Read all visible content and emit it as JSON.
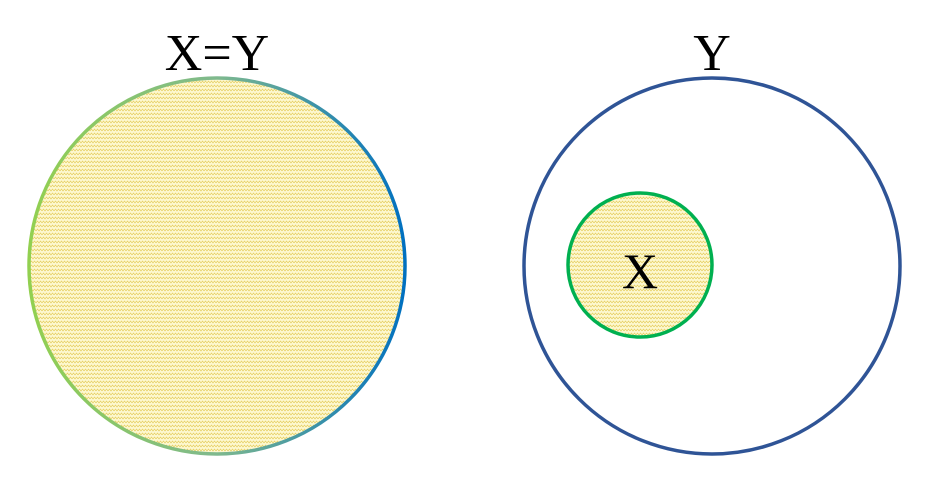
{
  "left_diagram": {
    "title": "X=Y",
    "stroke_gradient": [
      "#92d050",
      "#7fb98e",
      "#0070c0"
    ]
  },
  "right_diagram": {
    "title": "Y",
    "outer_stroke": "#2f5496",
    "inner_label": "X",
    "inner_stroke": "#00b050"
  },
  "fill": {
    "background": "#fdf8d0",
    "zigzag": "#e1c64a"
  }
}
